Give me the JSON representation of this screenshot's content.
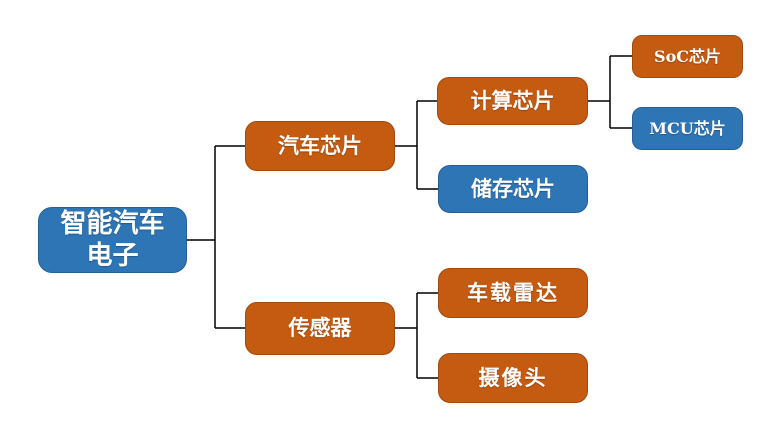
{
  "colors": {
    "orange": "#C55A11",
    "orange_border": "#A04A0E",
    "blue": "#2E75B6",
    "blue_border": "#255E94",
    "connector": "#000000",
    "background": "#FFFFFF",
    "text": "#FFFFFF"
  },
  "diagram_type": "hierarchy-tree",
  "nodes": [
    {
      "id": "smart-car-electronics",
      "label": "智能汽车\n电子",
      "color": "blue",
      "level": 1,
      "parent": null
    },
    {
      "id": "auto-chips",
      "label": "汽车芯片",
      "color": "orange",
      "level": 2,
      "parent": "smart-car-electronics"
    },
    {
      "id": "sensors",
      "label": "传感器",
      "color": "orange",
      "level": 2,
      "parent": "smart-car-electronics"
    },
    {
      "id": "compute-chips",
      "label": "计算芯片",
      "color": "orange",
      "level": 3,
      "parent": "auto-chips"
    },
    {
      "id": "storage-chips",
      "label": "储存芯片",
      "color": "blue",
      "level": 3,
      "parent": "auto-chips"
    },
    {
      "id": "soc-chip",
      "label": "SoC芯片",
      "color": "orange",
      "level": 4,
      "parent": "compute-chips"
    },
    {
      "id": "mcu-chip",
      "label": "MCU芯片",
      "color": "blue",
      "level": 4,
      "parent": "compute-chips"
    },
    {
      "id": "vehicle-radar",
      "label": "车载雷达",
      "color": "orange",
      "level": 3,
      "parent": "sensors"
    },
    {
      "id": "camera",
      "label": "摄像头",
      "color": "orange",
      "level": 3,
      "parent": "sensors"
    }
  ]
}
